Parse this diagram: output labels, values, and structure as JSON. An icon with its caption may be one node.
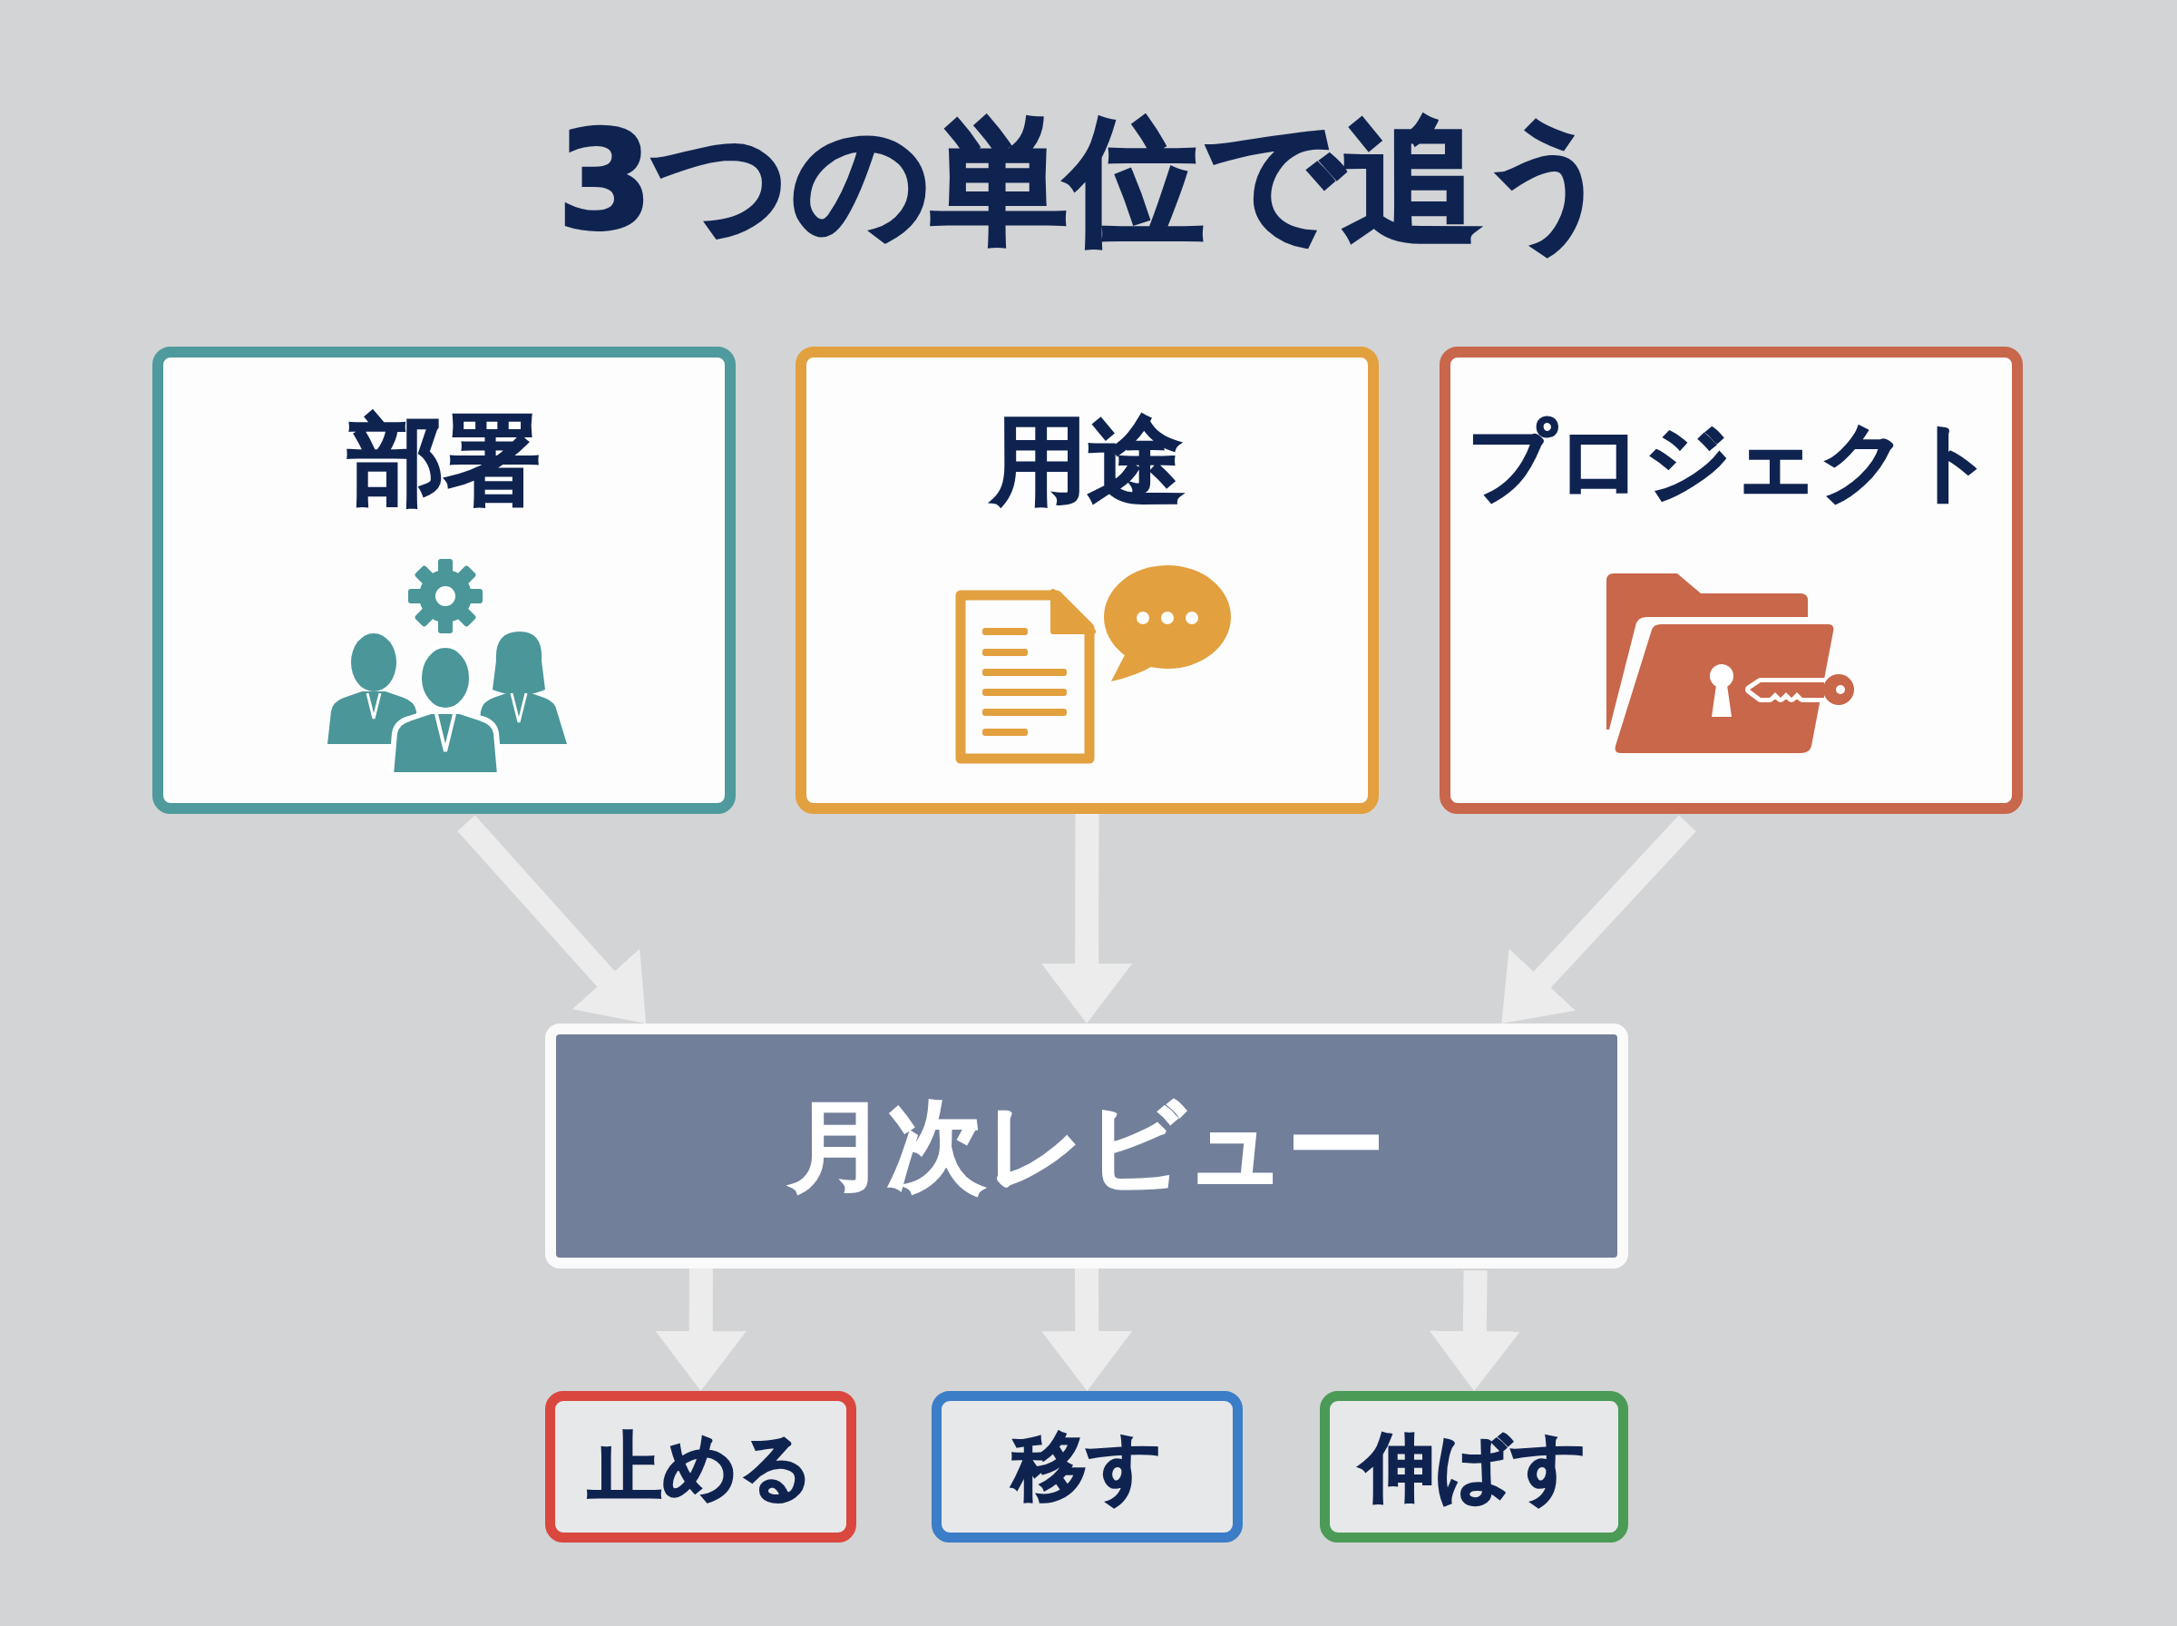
{
  "diagram": {
    "title": "3つの単位で追う",
    "nodes": [
      {
        "text": [
          "部署"
        ]
      },
      {
        "text": [
          "用途"
        ]
      },
      {
        "text": [
          "プロジェクト"
        ]
      },
      {
        "text": [
          "月次レビュー"
        ]
      },
      {
        "text": [
          "止める"
        ]
      },
      {
        "text": [
          "移す"
        ]
      },
      {
        "text": [
          "伸ばす"
        ]
      }
    ],
    "edges": [
      {
        "from": 0,
        "to": 3,
        "arrow": "to"
      },
      {
        "from": 1,
        "to": 3,
        "arrow": "to"
      },
      {
        "from": 2,
        "to": 3,
        "arrow": "to"
      },
      {
        "from": 3,
        "to": 4,
        "arrow": "to"
      },
      {
        "from": 3,
        "to": 5,
        "arrow": "to"
      },
      {
        "from": 3,
        "to": 6,
        "arrow": "to"
      }
    ]
  }
}
